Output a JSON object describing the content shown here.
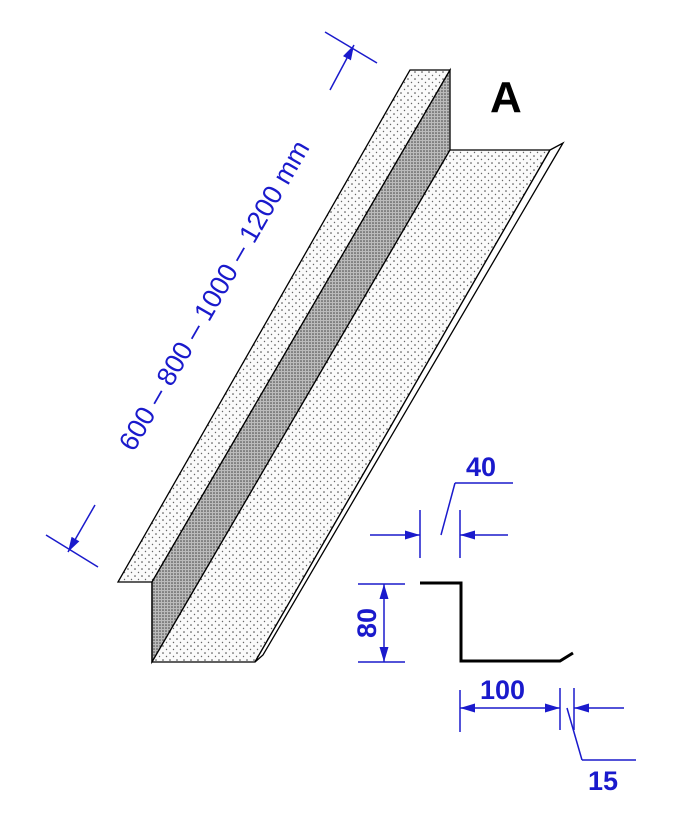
{
  "title_letter": "A",
  "length_dimension": "600 – 800 – 1000 – 1200 mm",
  "dimensions": {
    "top_flange": "40",
    "height": "80",
    "bottom_flange": "100",
    "lip": "15"
  },
  "colors": {
    "dimension": "#1a1acc",
    "outline": "#000000"
  }
}
